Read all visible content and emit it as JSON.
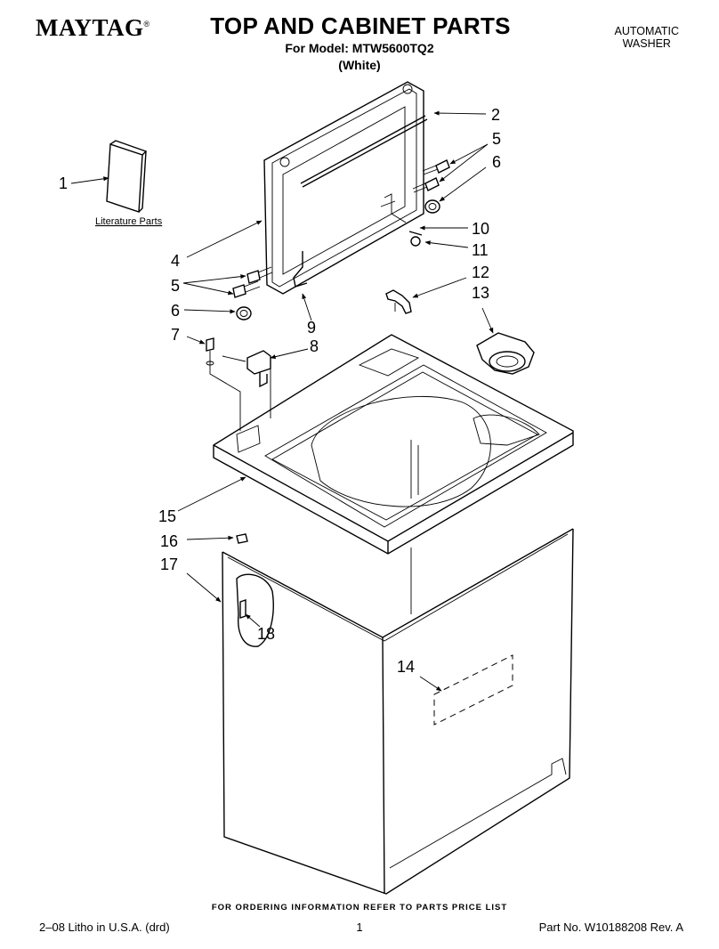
{
  "header": {
    "brand": "MAYTAG",
    "brand_mark": "®",
    "title": "TOP AND CABINET PARTS",
    "model_line": "For Model: MTW5600TQ2",
    "color_line": "(White)",
    "category_line1": "AUTOMATIC",
    "category_line2": "WASHER"
  },
  "diagram": {
    "literature_label": "Literature Parts",
    "callouts": {
      "c1": "1",
      "c2": "2",
      "c4": "4",
      "c5a": "5",
      "c5b": "5",
      "c6a": "6",
      "c6b": "6",
      "c7": "7",
      "c8": "8",
      "c9": "9",
      "c10": "10",
      "c11": "11",
      "c12": "12",
      "c13": "13",
      "c14": "14",
      "c15": "15",
      "c16": "16",
      "c17": "17",
      "c18": "18"
    }
  },
  "footer": {
    "order_note": "FOR ORDERING INFORMATION REFER TO PARTS PRICE LIST",
    "litho": "2–08 Litho in U.S.A. (drd)",
    "page_number": "1",
    "part_number": "Part No. W10188208 Rev. A"
  }
}
